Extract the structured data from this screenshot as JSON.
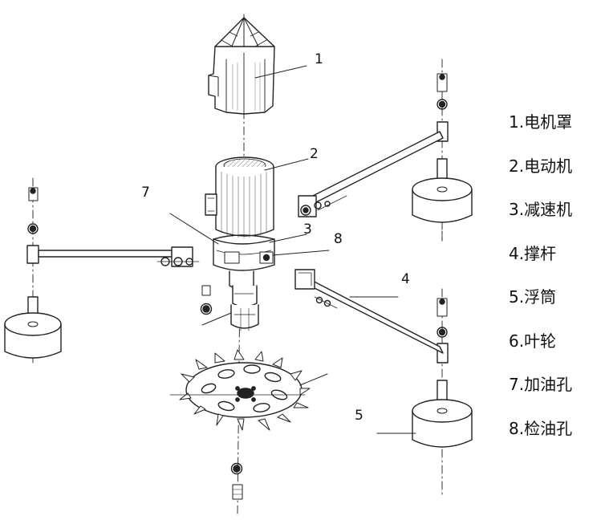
{
  "callouts": [
    "1",
    "2",
    "3",
    "4",
    "5",
    "7",
    "8"
  ],
  "legend": [
    "1.电机罩",
    "2.电动机",
    "3.减速机",
    "4.撑杆",
    "5.浮筒",
    "6.叶轮",
    "7.加油孔",
    "8.检油孔"
  ]
}
